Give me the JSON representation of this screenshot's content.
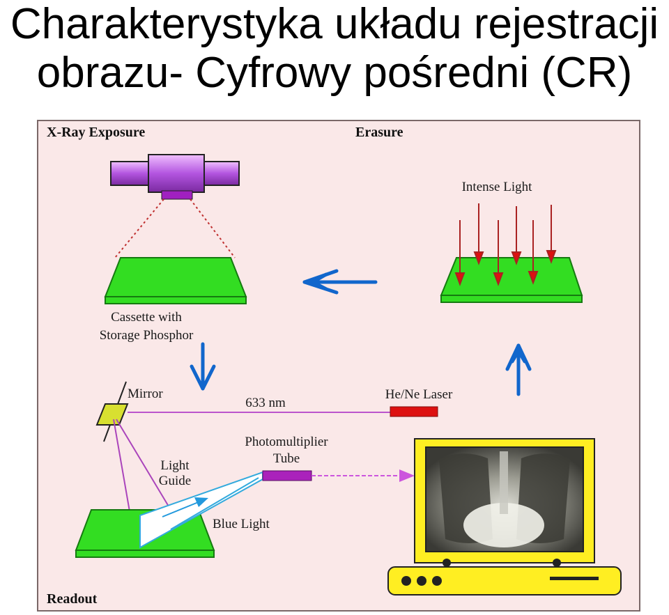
{
  "title": {
    "line1": "Charakterystyka układu rejestracji",
    "line2": "obrazu- Cyfrowy pośredni (CR)"
  },
  "diagram": {
    "sections": {
      "exposure": "X-Ray Exposure",
      "erasure": "Erasure",
      "readout": "Readout"
    },
    "labels": {
      "intense_light": "Intense Light",
      "cassette_line1": "Cassette with",
      "cassette_line2": "Storage Phosphor",
      "mirror": "Mirror",
      "wavelength": "633 nm",
      "laser": "He/Ne Laser",
      "pmt_line1": "Photomultiplier",
      "pmt_line2": "Tube",
      "light_guide_line1": "Light",
      "light_guide_line2": "Guide",
      "blue_light": "Blue Light"
    },
    "colors": {
      "background": "#fae8e8",
      "plate_green": "#33dd22",
      "xray_tube": "#cc66ee",
      "laser_red": "#dd1111",
      "flow_arrow_blue": "#1166cc",
      "monitor_yellow": "#ffee22",
      "beam_violet": "#bb55cc"
    }
  }
}
